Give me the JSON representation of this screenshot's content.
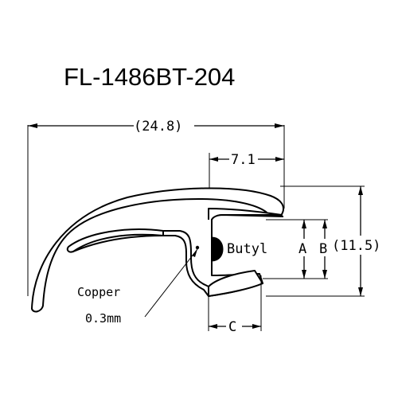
{
  "title": "FL-1486BT-204",
  "dimensions": {
    "overall_width": "(24.8)",
    "lip_width": "7.1",
    "total_height": "(11.5)",
    "dim_a": "A",
    "dim_b": "B",
    "dim_c": "C"
  },
  "callouts": {
    "butyl": "Butyl",
    "copper": "Copper",
    "copper_thickness": "0.3mm"
  }
}
